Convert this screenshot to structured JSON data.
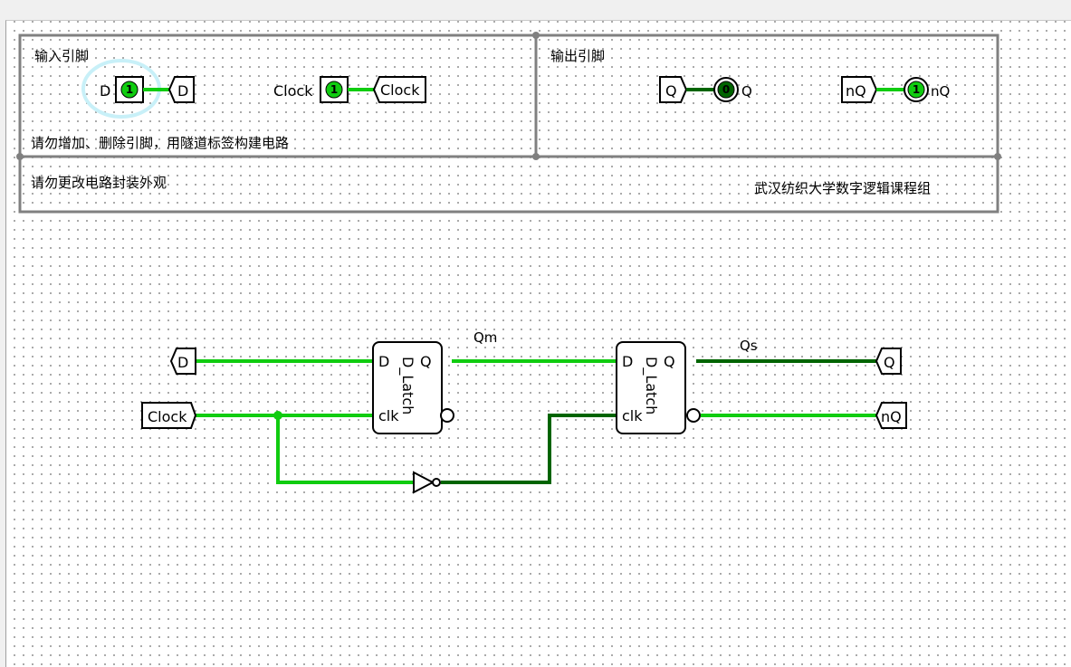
{
  "sections": {
    "input_title": "输入引脚",
    "output_title": "输出引脚",
    "note_pins": "请勿增加、删除引脚，用隧道标签构建电路",
    "note_package": "请勿更改电路封装外观",
    "credit": "武汉纺织大学数字逻辑课程组"
  },
  "input_pins": [
    {
      "label": "D",
      "value": "1",
      "tunnel": "D"
    },
    {
      "label": "Clock",
      "value": "1",
      "tunnel": "Clock"
    }
  ],
  "output_pins": [
    {
      "tunnel": "Q",
      "value": "0",
      "label": "Q"
    },
    {
      "tunnel": "nQ",
      "value": "1",
      "label": "nQ"
    }
  ],
  "circuit": {
    "tunnel_d": "D",
    "tunnel_clock": "Clock",
    "latch1": {
      "name": "D_Latch",
      "in_d": "D",
      "out_q": "Q",
      "in_clk": "clk"
    },
    "latch2": {
      "name": "D_Latch",
      "in_d": "D",
      "out_q": "Q",
      "in_clk": "clk"
    },
    "wire_qm": "Qm",
    "wire_qs": "Qs",
    "tunnel_q": "Q",
    "tunnel_nq": "nQ"
  },
  "colors": {
    "wire_high": "#10cc10",
    "wire_low": "#006400",
    "frame": "#808080",
    "highlight": "#c8f0f8"
  }
}
